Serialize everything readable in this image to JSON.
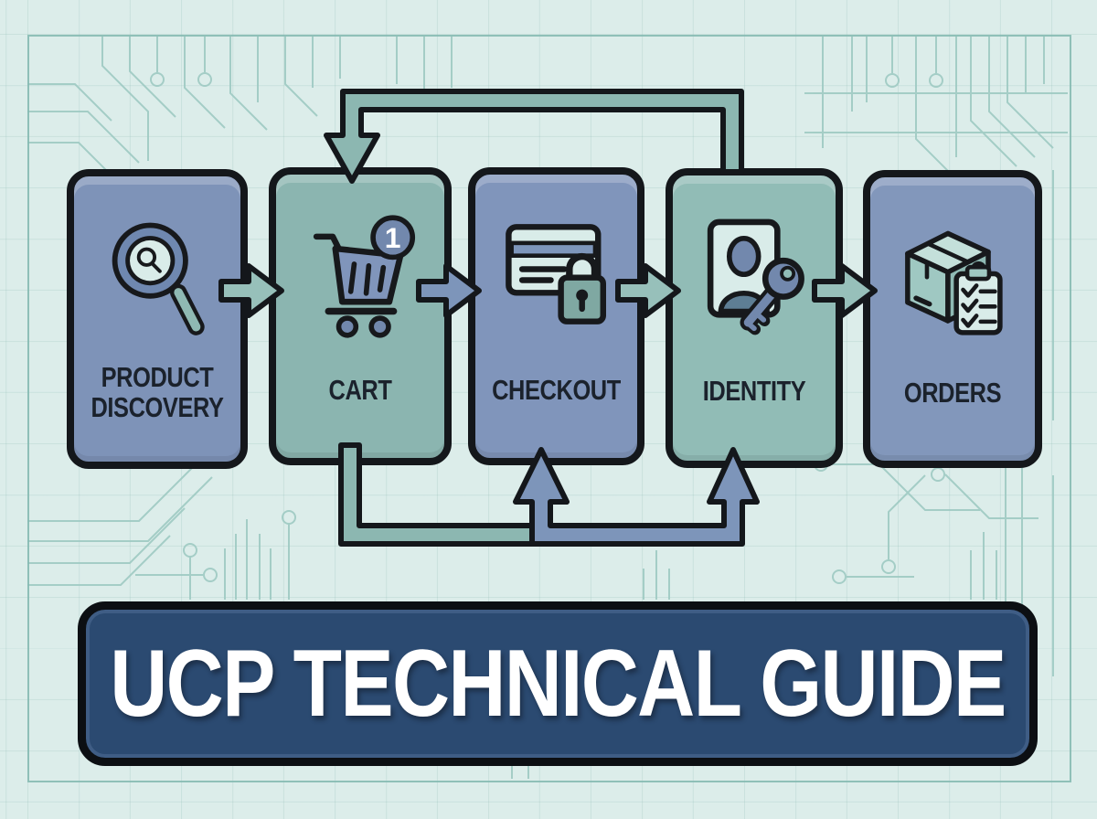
{
  "title": {
    "label": "UCP TECHNICAL GUIDE"
  },
  "flow": {
    "steps": [
      {
        "label": "PRODUCT DISCOVERY",
        "icon": "magnifier-icon",
        "fill": "#7e93b8"
      },
      {
        "label": "CART",
        "icon": "shopping-cart-icon",
        "fill": "#8bb5b0",
        "badge": "1"
      },
      {
        "label": "CHECKOUT",
        "icon": "credit-card-lock-icon",
        "fill": "#8095bb"
      },
      {
        "label": "IDENTITY",
        "icon": "id-card-key-icon",
        "fill": "#91bcb6"
      },
      {
        "label": "ORDERS",
        "icon": "package-checklist-icon",
        "fill": "#8297bb"
      }
    ],
    "connectors": [
      {
        "from": "PRODUCT DISCOVERY",
        "to": "CART",
        "type": "arrow-right",
        "color": "#97c0ba"
      },
      {
        "from": "CART",
        "to": "CHECKOUT",
        "type": "arrow-right",
        "color": "#7d95ba"
      },
      {
        "from": "CHECKOUT",
        "to": "IDENTITY",
        "type": "arrow-right",
        "color": "#97c0ba"
      },
      {
        "from": "IDENTITY",
        "to": "ORDERS",
        "type": "arrow-right",
        "color": "#97c0ba"
      },
      {
        "from": "IDENTITY",
        "to": "CART",
        "type": "feedback-loop-top",
        "color": "#8cb7b1"
      },
      {
        "from": "CART",
        "to": "CHECKOUT",
        "type": "feedback-loop-bottom",
        "color": "#8cb7b1"
      },
      {
        "from": "CHECKOUT",
        "to": "IDENTITY",
        "type": "feedback-loop-bottom",
        "color": "#7d95ba"
      }
    ]
  },
  "colors": {
    "background": "#dcedea",
    "circuit_line": "#9ecac3",
    "box_border": "#14171b",
    "label_text": "#1b222c",
    "banner_fill": "#2b4a71",
    "banner_text": "#ffffff",
    "teal_accent": "#8cb7b1",
    "blue_accent": "#7d95ba"
  }
}
